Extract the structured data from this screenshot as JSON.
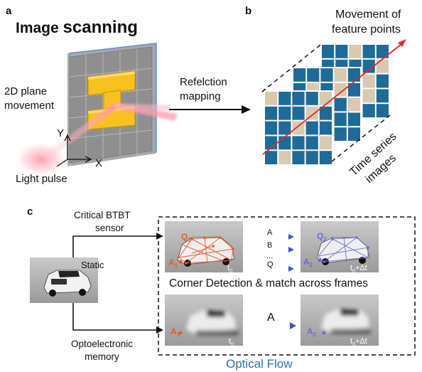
{
  "panel_a": {
    "label": "a",
    "title_part1": "Image ",
    "title_part2": "scanning",
    "movement_line1": "2D plane",
    "movement_line2": "movement",
    "axis_y": "Y",
    "axis_x": "X",
    "light_pulse": "Light pulse",
    "reflection_line1": "Refelction",
    "reflection_line2": "mapping"
  },
  "panel_b": {
    "label": "b",
    "movement_line1": "Movement of",
    "movement_line2": "feature points",
    "time_series_line1": "Time series",
    "time_series_line2": "images"
  },
  "panel_c": {
    "label": "c",
    "sensor_line1": "Critical BTBT",
    "sensor_line2": "sensor",
    "static_label": "Static",
    "memory_line1": "Optoelectronic",
    "memory_line2": "memory",
    "point_q1_letter": "Q",
    "point_q1_sub": "1",
    "point_a1_letter": "A",
    "point_a1_sub": "1",
    "point_q2_letter": "Q",
    "point_q2_sub": "2",
    "point_a2_letter": "A",
    "point_a2_sub": "2",
    "time_t0": "t",
    "time_t0_sub": "0",
    "time_t0dt_pre": "t",
    "time_t0dt_sub": "0",
    "time_t0dt_post": "+Δt",
    "match_a": "A",
    "match_b": "B",
    "match_dots": "...",
    "match_q": "Q",
    "corner_detection": "Corner Detection & match across frames",
    "flow_arrow_label": "A",
    "optical_flow": "Optical Flow"
  },
  "colors": {
    "accent_red": "#e4262a",
    "flow_blue": "#2f6fb0",
    "tile_blue": "#1f6a96",
    "tile_beige": "#d8c9b0",
    "chip_yellow": "#f7c21e",
    "feature_orange": "#e8592a",
    "feature_violet": "#6b6bd6"
  },
  "icons": [
    "sensor-chip-icon",
    "light-pulse-beam-icon",
    "frame-grid-icon",
    "toy-car-icon",
    "red-blue-gradient-arrow-icon"
  ]
}
